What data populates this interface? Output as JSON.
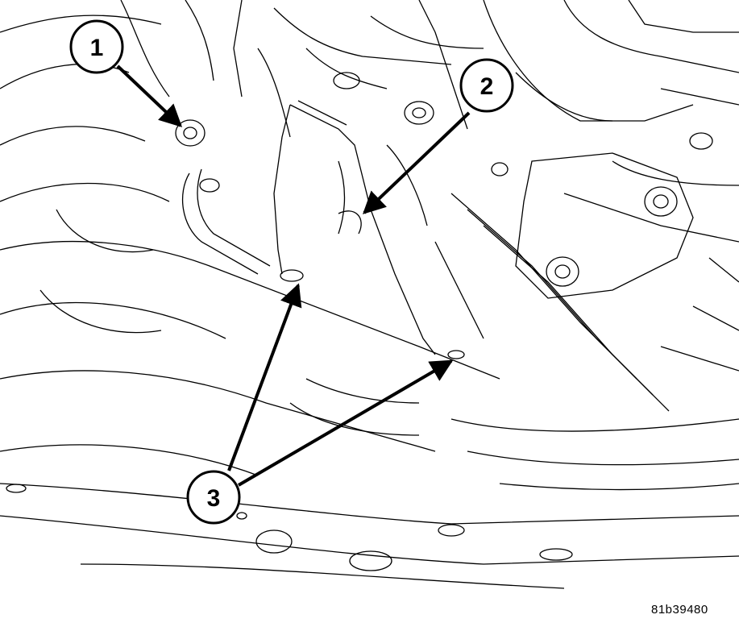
{
  "callouts": [
    {
      "label": "1",
      "target": "fastener"
    },
    {
      "label": "2",
      "target": "bracket"
    },
    {
      "label": "3",
      "target": "fasteners"
    }
  ],
  "figure_id": "81b39480",
  "line_color": "#000000",
  "background_color": "#ffffff"
}
